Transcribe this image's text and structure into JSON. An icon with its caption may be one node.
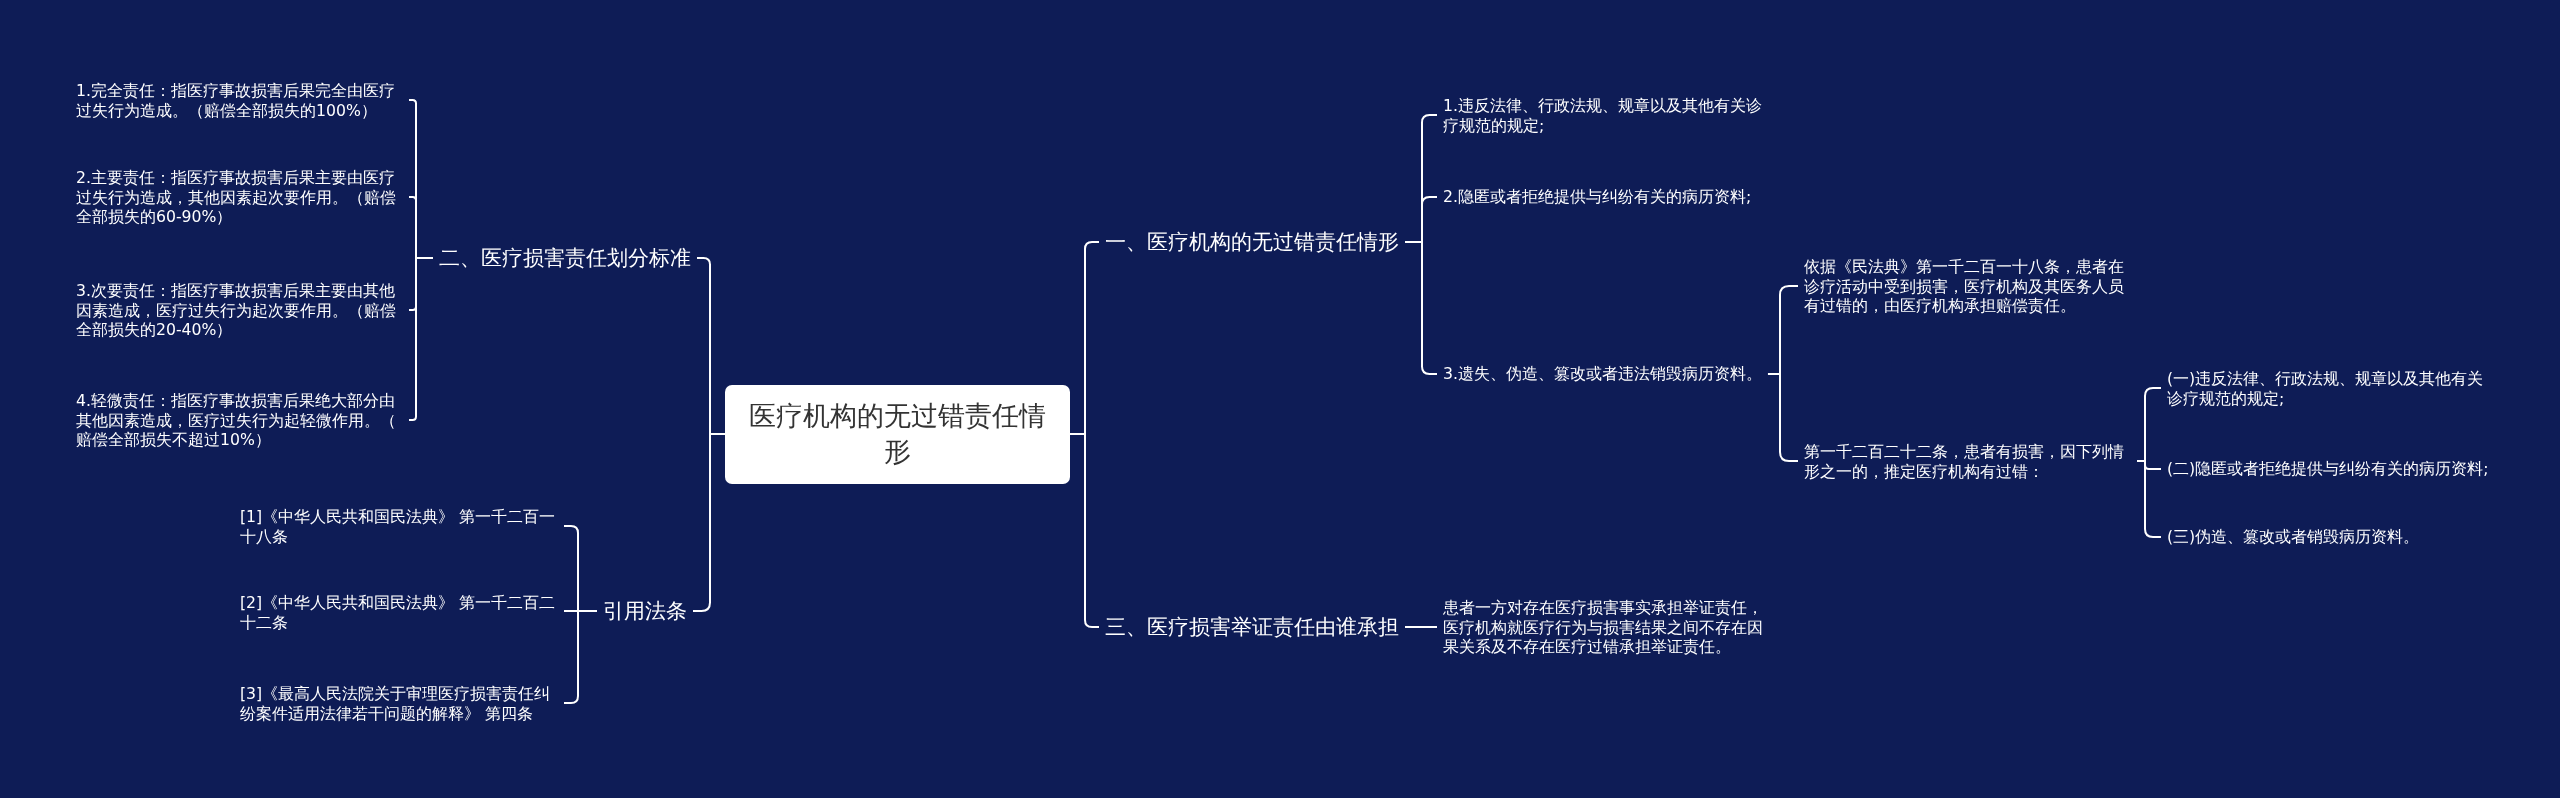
{
  "diagram": {
    "nodes": [
      {
        "text": [
          "医疗机构的无过错责任情形"
        ]
      },
      {
        "text": [
          "一、医疗机构的无过错责任情形"
        ]
      },
      {
        "text": [
          "1.违反法律、行政法规、规章以及其他有关诊疗规范的规定;"
        ]
      },
      {
        "text": [
          "2.隐匿或者拒绝提供与纠纷有关的病历资料;"
        ]
      },
      {
        "text": [
          "3.遗失、伪造、篡改或者违法销毁病历资料。"
        ]
      },
      {
        "text": [
          "依据《民法典》第一千二百一十八条，患者在诊疗活动中受到损害，医疗机构及其医务人员有过错的，由医疗机构承担赔偿责任。"
        ]
      },
      {
        "text": [
          "第一千二百二十二条，患者有损害，因下列情形之一的，推定医疗机构有过错："
        ]
      },
      {
        "text": [
          "(一)违反法律、行政法规、规章以及其他有关诊疗规范的规定;"
        ]
      },
      {
        "text": [
          "(二)隐匿或者拒绝提供与纠纷有关的病历资料;"
        ]
      },
      {
        "text": [
          "(三)伪造、篡改或者销毁病历资料。"
        ]
      },
      {
        "text": [
          "三、医疗损害举证责任由谁承担"
        ]
      },
      {
        "text": [
          "患者一方对存在医疗损害事实承担举证责任，医疗机构就医疗行为与损害结果之间不存在因果关系及不存在医疗过错承担举证责任。"
        ]
      },
      {
        "text": [
          "二、医疗损害责任划分标准"
        ]
      },
      {
        "text": [
          "1.完全责任：指医疗事故损害后果完全由医疗过失行为造成。（赔偿全部损失的100%）"
        ]
      },
      {
        "text": [
          "2.主要责任：指医疗事故损害后果主要由医疗过失行为造成，其他因素起次要作用。（赔偿全部损失的60-90%）"
        ]
      },
      {
        "text": [
          "3.次要责任：指医疗事故损害后果主要由其他因素造成，医疗过失行为起次要作用。（赔偿全部损失的20-40%）"
        ]
      },
      {
        "text": [
          "4.轻微责任：指医疗事故损害后果绝大部分由其他因素造成，医疗过失行为起轻微作用。（赔偿全部损失不超过10%）"
        ]
      },
      {
        "text": [
          "引用法条"
        ]
      },
      {
        "text": [
          "[1]《中华人民共和国民法典》 第一千二百一十八条"
        ]
      },
      {
        "text": [
          "[2]《中华人民共和国民法典》 第一千二百二十二条"
        ]
      },
      {
        "text": [
          "[3]《最高人民法院关于审理医疗损害责任纠纷案件适用法律若干问题的解释》 第四条"
        ]
      }
    ],
    "edges": [
      {
        "from": 0,
        "to": 1,
        "arrow": "none"
      },
      {
        "from": 1,
        "to": 2,
        "arrow": "none"
      },
      {
        "from": 1,
        "to": 3,
        "arrow": "none"
      },
      {
        "from": 1,
        "to": 4,
        "arrow": "none"
      },
      {
        "from": 4,
        "to": 5,
        "arrow": "none"
      },
      {
        "from": 4,
        "to": 6,
        "arrow": "none"
      },
      {
        "from": 6,
        "to": 7,
        "arrow": "none"
      },
      {
        "from": 6,
        "to": 8,
        "arrow": "none"
      },
      {
        "from": 6,
        "to": 9,
        "arrow": "none"
      },
      {
        "from": 0,
        "to": 10,
        "arrow": "none"
      },
      {
        "from": 10,
        "to": 11,
        "arrow": "none"
      },
      {
        "from": 0,
        "to": 12,
        "arrow": "none"
      },
      {
        "from": 12,
        "to": 13,
        "arrow": "none"
      },
      {
        "from": 12,
        "to": 14,
        "arrow": "none"
      },
      {
        "from": 12,
        "to": 15,
        "arrow": "none"
      },
      {
        "from": 12,
        "to": 16,
        "arrow": "none"
      },
      {
        "from": 0,
        "to": 17,
        "arrow": "none"
      },
      {
        "from": 17,
        "to": 18,
        "arrow": "none"
      },
      {
        "from": 17,
        "to": 19,
        "arrow": "none"
      },
      {
        "from": 17,
        "to": 20,
        "arrow": "none"
      }
    ]
  }
}
